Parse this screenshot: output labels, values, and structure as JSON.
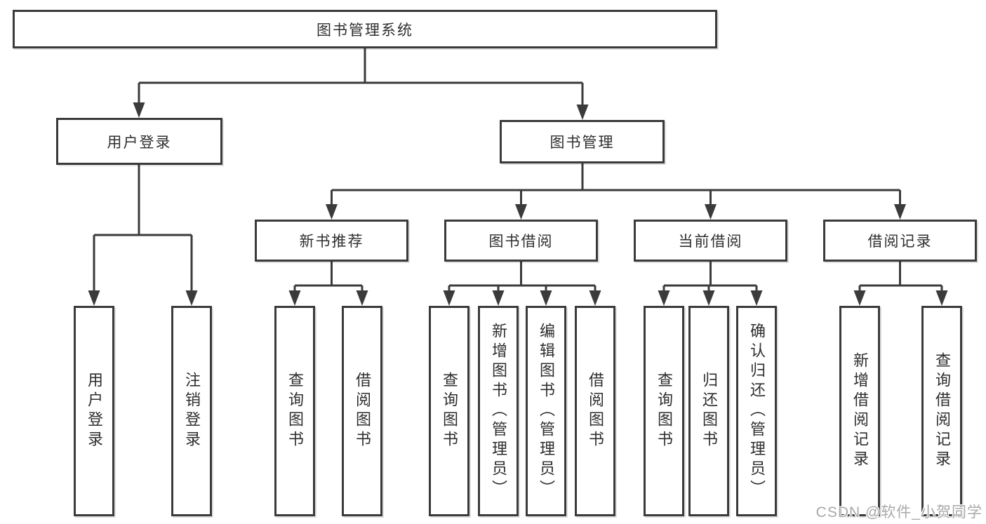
{
  "diagram_type": "hierarchy-tree",
  "structure": {
    "root": "图书管理系统",
    "children": [
      {
        "label": "用户登录",
        "children": [
          "用户登录",
          "注销登录"
        ]
      },
      {
        "label": "图书管理",
        "children": [
          {
            "label": "新书推荐",
            "children": [
              "查询图书",
              "借阅图书"
            ]
          },
          {
            "label": "图书借阅",
            "children": [
              "查询图书",
              "新增图书（管理员）",
              "编辑图书（管理员）",
              "借阅图书"
            ]
          },
          {
            "label": "当前借阅",
            "children": [
              "查询图书",
              "归还图书",
              "确认归还（管理员）"
            ]
          },
          {
            "label": "借阅记录",
            "children": [
              "新增借阅记录",
              "查询借阅记录"
            ]
          }
        ]
      }
    ]
  },
  "colors": {
    "line": "#3b3b3b",
    "box_border": "#3b3b3b",
    "box_fill": "#ffffff",
    "text": "#2e2e2e",
    "watermark": "#a9a9a9"
  },
  "watermark": {
    "text": "CSDN @软件_小贺同学"
  }
}
